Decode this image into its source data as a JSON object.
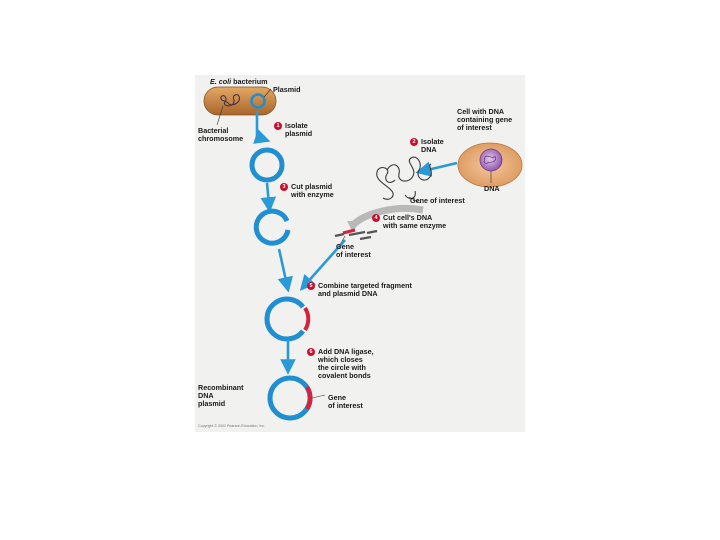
{
  "labels": {
    "bacterium": {
      "italic": "E. coli",
      "rest": " bacterium"
    },
    "plasmid": "Plasmid",
    "bacterial_chromosome": [
      "Bacterial",
      "chromosome"
    ],
    "cell_with_dna": [
      "Cell with DNA",
      "containing gene",
      "of interest"
    ],
    "dna": "DNA",
    "gene_of_interest_fragment": "Gene of interest",
    "gene_of_interest_cut": [
      "Gene",
      "of interest"
    ],
    "recombinant": [
      "Recombinant",
      "DNA",
      "plasmid"
    ],
    "gene_of_interest_final": [
      "Gene",
      "of interest"
    ]
  },
  "steps": [
    {
      "num": "1",
      "text": [
        "Isolate",
        "plasmid"
      ]
    },
    {
      "num": "2",
      "text": [
        "Isolate",
        "DNA"
      ]
    },
    {
      "num": "3",
      "text": [
        "Cut plasmid",
        "with enzyme"
      ]
    },
    {
      "num": "4",
      "text": [
        "Cut cell's DNA",
        "with same enzyme"
      ]
    },
    {
      "num": "5",
      "text": [
        "Combine targeted fragment",
        "and plasmid DNA"
      ]
    },
    {
      "num": "6",
      "text": [
        "Add DNA ligase,",
        "which closes",
        "the circle with",
        "covalent bonds"
      ]
    }
  ],
  "copyright": "Copyright © 2002 Pearson Education, Inc.",
  "colors": {
    "plasmid_blue": "#1f8fd1",
    "arrow_blue": "#2a9ad6",
    "bacterium_fill": "#c98a4a",
    "cell_fill": "#e9b07a",
    "nucleus_fill": "#8d5aa8",
    "gene_red": "#d0243f",
    "gray_arrow": "#b9b9b9"
  }
}
